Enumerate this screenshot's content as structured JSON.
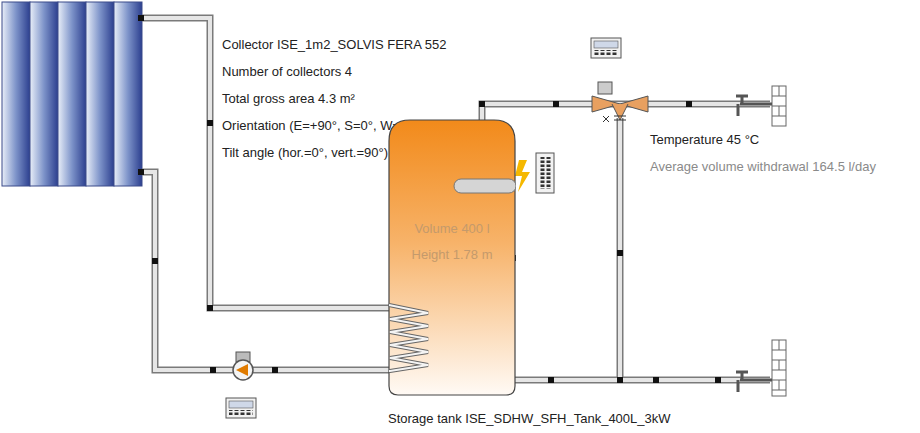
{
  "diagram": {
    "nodes": [
      {
        "text": [
          "Volume 400 l",
          "Height 1.78 m",
          "Storage tank ISE_SDHW_SFH_Tank_400L_3kW"
        ]
      }
    ],
    "labels": [
      "Collector ISE_1m2_SOLVIS FERA 552",
      "Number of collectors 4",
      "Total gross area 4.3 m²",
      "Orientation (E=+90°, S=0°, W=-90°) 0 °",
      "Tilt angle (hor.=0°, vert.=90°) 45 °",
      "Temperature 45 °C",
      "Average volume withdrawal 164.5 l/day"
    ]
  }
}
